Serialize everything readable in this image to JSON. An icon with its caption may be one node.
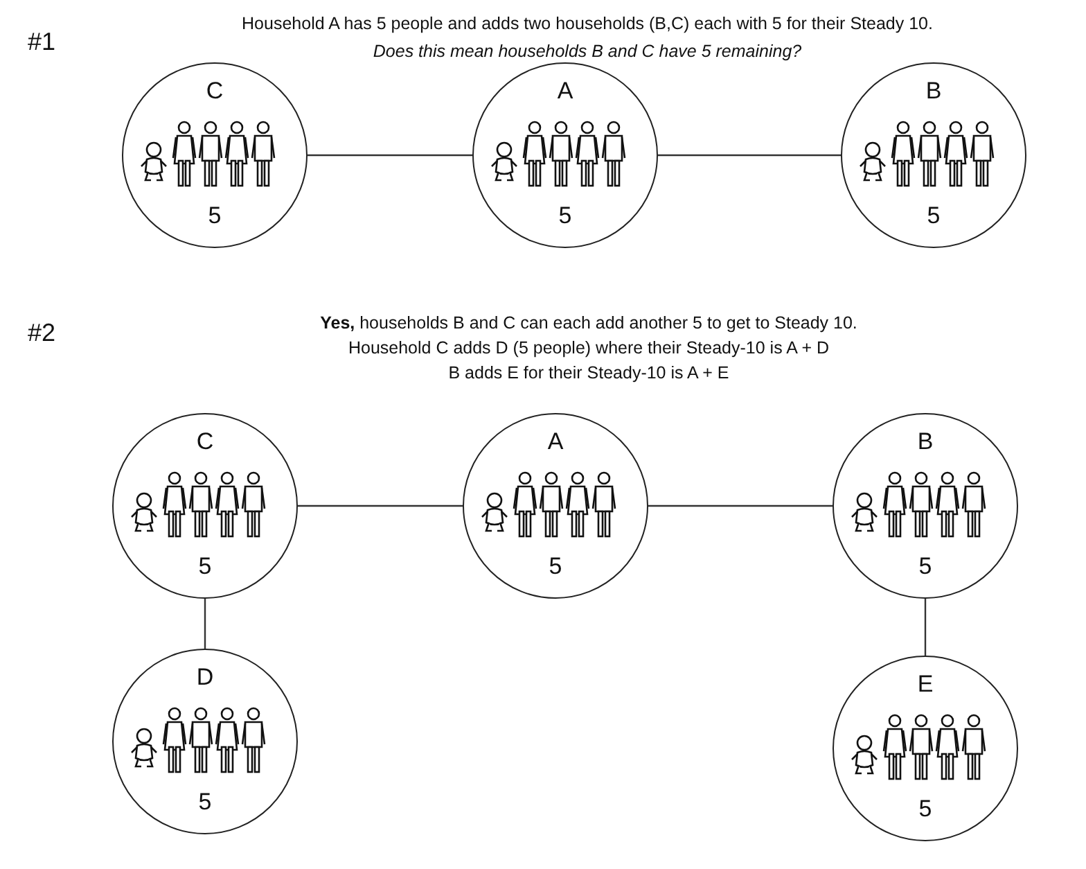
{
  "diagram": {
    "nodes": [
      {
        "text": [
          "C",
          "5"
        ]
      },
      {
        "text": [
          "A",
          "5"
        ]
      },
      {
        "text": [
          "B",
          "5"
        ]
      },
      {
        "text": [
          "C",
          "5"
        ]
      },
      {
        "text": [
          "A",
          "5"
        ]
      },
      {
        "text": [
          "B",
          "5"
        ]
      },
      {
        "text": [
          "D",
          "5"
        ]
      },
      {
        "text": [
          "E",
          "5"
        ]
      }
    ],
    "edges": [
      {
        "from": 0,
        "to": 1,
        "arrow": "none"
      },
      {
        "from": 1,
        "to": 2,
        "arrow": "none"
      },
      {
        "from": 3,
        "to": 4,
        "arrow": "none"
      },
      {
        "from": 4,
        "to": 5,
        "arrow": "none"
      },
      {
        "from": 3,
        "to": 6,
        "arrow": "none"
      },
      {
        "from": 5,
        "to": 7,
        "arrow": "none"
      }
    ],
    "labels": [
      "#1",
      "Household A has 5 people and adds two households (B,C) each with 5 for their Steady 10.",
      "Does this mean households B and C have 5 remaining?",
      "#2",
      "**Yes,** households B and C can each add another 5 to get to Steady 10.",
      "Household C adds D (5 people) where their Steady-10 is A + D",
      "B adds E for their Steady-10 is A + E"
    ]
  }
}
